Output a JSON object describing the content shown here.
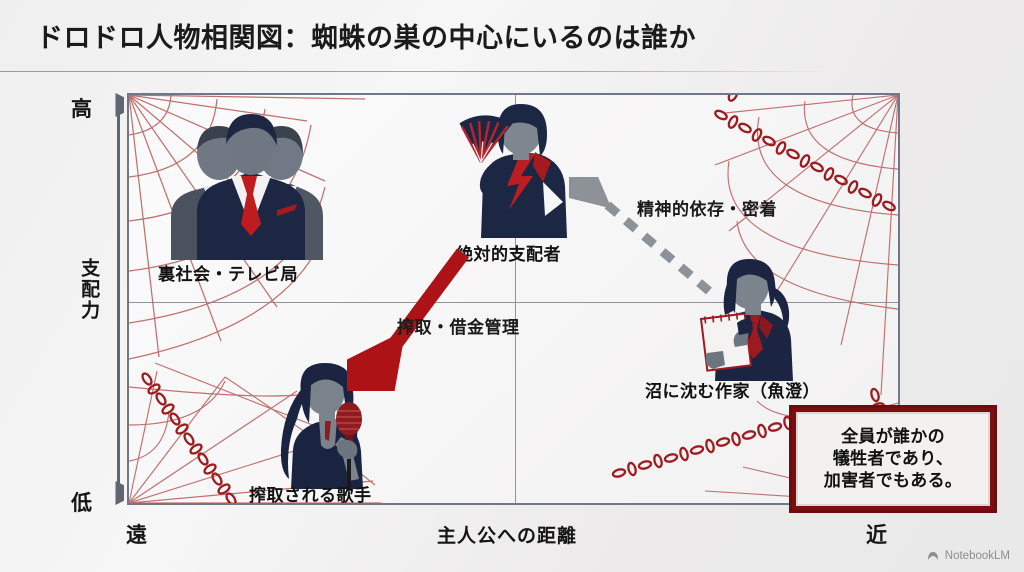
{
  "title": "ドロドロ人物相関図：蜘蛛の巣の中心にいるのは誰か",
  "axes": {
    "y_top": "高",
    "y_bottom": "低",
    "y_label": "支配力",
    "x_left": "遠",
    "x_right": "近",
    "x_label": "主人公への距離"
  },
  "nodes": [
    {
      "id": "underworld",
      "caption": "裏社会・テレビ局",
      "icon": "three-businessmen-icon"
    },
    {
      "id": "ruler",
      "caption": "絶対的支配者",
      "icon": "woman-with-fan-icon"
    },
    {
      "id": "writer",
      "caption": "沼に沈む作家（魚澄）",
      "icon": "woman-with-notebook-icon"
    },
    {
      "id": "singer",
      "caption": "搾取される歌手",
      "icon": "woman-with-microphone-icon"
    }
  ],
  "relations": [
    {
      "id": "exploitation",
      "label": "搾取・借金管理",
      "style": "solid-red-arrow",
      "from": "ruler",
      "to": "singer"
    },
    {
      "id": "dependence",
      "label": "精神的依存・密着",
      "style": "dashed-gray-arrow",
      "from": "writer",
      "to": "ruler"
    }
  ],
  "callout": {
    "lines": [
      "全員が誰かの",
      "犠牲者であり、",
      "加害者でもある。"
    ]
  },
  "watermark": {
    "text": "NotebookLM",
    "icon": "notebooklm-logo-icon"
  },
  "colors": {
    "accent_red": "#a91419",
    "deep_navy": "#1b2540",
    "web_red": "#c0706f",
    "chain_red": "#9e1b20",
    "frame_gray": "#6f7884",
    "callout_border": "#7d0d10"
  },
  "chart_data": {
    "type": "scatter",
    "title": "ドロドロ人物相関図：蜘蛛の巣の中心にいるのは誰か",
    "xlabel": "主人公への距離",
    "ylabel": "支配力",
    "xlim": [
      "遠",
      "近"
    ],
    "ylim": [
      "低",
      "高"
    ],
    "grid": "quadrant",
    "points": [
      {
        "label": "裏社会・テレビ局",
        "x": 0.14,
        "y": 0.74
      },
      {
        "label": "絶対的支配者",
        "x": 0.48,
        "y": 0.8
      },
      {
        "label": "沼に沈む作家（魚澄）",
        "x": 0.78,
        "y": 0.4
      },
      {
        "label": "搾取される歌手",
        "x": 0.23,
        "y": 0.17
      }
    ],
    "edges": [
      {
        "from": "絶対的支配者",
        "to": "搾取される歌手",
        "label": "搾取・借金管理",
        "style": "solid"
      },
      {
        "from": "沼に沈む作家（魚澄）",
        "to": "絶対的支配者",
        "label": "精神的依存・密着",
        "style": "dashed"
      }
    ],
    "annotations": [
      "全員が誰かの犠牲者であり、加害者でもある。"
    ]
  }
}
